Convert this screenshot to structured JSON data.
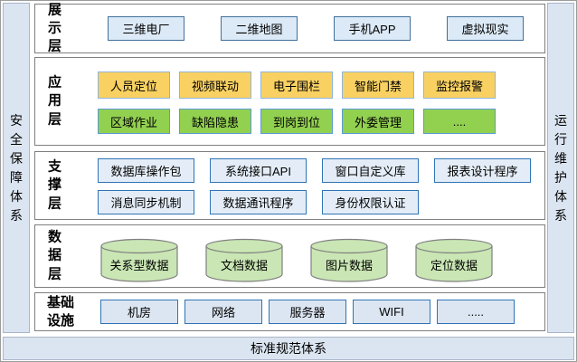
{
  "frame": {
    "left_bar": "安全保障体系",
    "right_bar": "运行维护体系",
    "bottom_bar": "标准规范体系"
  },
  "layers": {
    "presentation": {
      "label": "展示层",
      "items": [
        "三维电厂",
        "二维地图",
        "手机APP",
        "虚拟现实"
      ]
    },
    "application": {
      "label": "应用层",
      "row1": [
        "人员定位",
        "视频联动",
        "电子围栏",
        "智能门禁",
        "监控报警"
      ],
      "row2": [
        "区域作业",
        "缺陷隐患",
        "到岗到位",
        "外委管理",
        "...."
      ]
    },
    "support": {
      "label": "支撑层",
      "row1": [
        "数据库操作包",
        "系统接口API",
        "窗口自定义库",
        "报表设计程序"
      ],
      "row2": [
        "消息同步机制",
        "数据通讯程序",
        "身份权限认证"
      ]
    },
    "data": {
      "label": "数据层",
      "items": [
        "关系型数据",
        "文档数据",
        "图片数据",
        "定位数据"
      ]
    },
    "infrastructure": {
      "label": "基础设施",
      "items": [
        "机房",
        "网络",
        "服务器",
        "WIFI",
        "....."
      ]
    }
  },
  "colors": {
    "side_bar_fill": "#dbe5f1",
    "panel_border": "#7f7f7f",
    "presentation_box_fill": "#dce9f6",
    "presentation_box_border": "#41719c",
    "app_row1_fill": "#f9d162",
    "app_row2_fill": "#92d050",
    "support_box_fill": "#e4edf7",
    "support_box_border": "#2e74b5",
    "cylinder_fill": "#c9e6b4",
    "cylinder_border": "#808080",
    "infra_box_fill": "#dce6f2",
    "text": "#000000"
  }
}
